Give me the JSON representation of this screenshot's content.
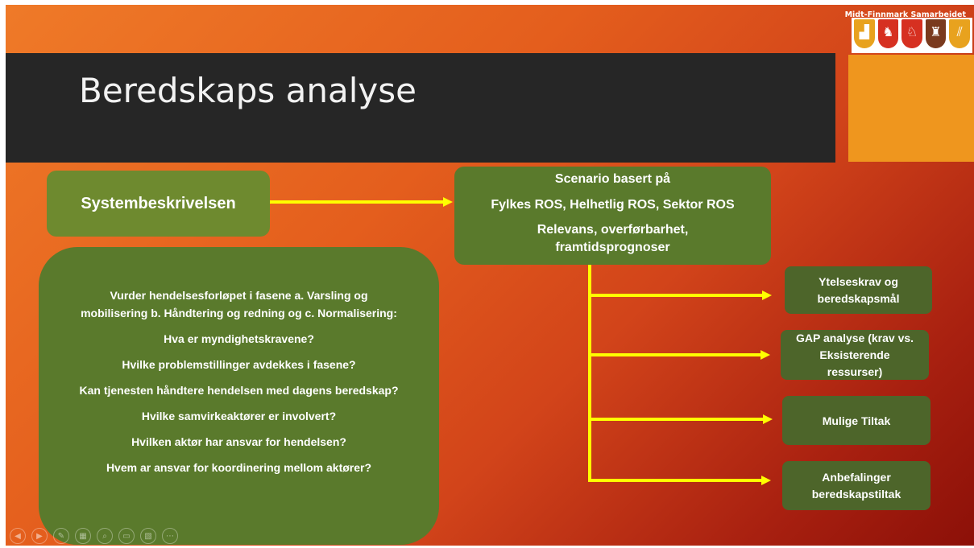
{
  "slide": {
    "title": "Beredskaps analyse",
    "org_label": "Midt-Finnmark Samarbeidet",
    "crests": [
      {
        "name": "crest-1-icon",
        "color": "#e8a21e",
        "mark": "▟"
      },
      {
        "name": "crest-2-icon",
        "color": "#d63021",
        "mark": "♞"
      },
      {
        "name": "crest-3-icon",
        "color": "#d63021",
        "mark": "♘"
      },
      {
        "name": "crest-4-icon",
        "color": "#7a3a1e",
        "mark": "♜"
      },
      {
        "name": "crest-5-icon",
        "color": "#e8a21e",
        "mark": "⫽"
      }
    ]
  },
  "boxes": {
    "system": "Systembeskrivelsen",
    "scenario": {
      "line1": "Scenario basert på",
      "line2": "Fylkes ROS, Helhetlig ROS, Sektor ROS",
      "line3": "Relevans, overførbarhet,",
      "line4": "framtidsprognoser"
    },
    "big": {
      "line1": "Vurder hendelsesforløpet i  fasene a. Varsling og",
      "line2": "mobilisering b. Håndtering og redning og c. Normalisering:",
      "q1": "Hva er myndighetskravene?",
      "q2": "Hvilke problemstillinger avdekkes i  fasene?",
      "q3": "Kan tjenesten håndtere hendelsen med dagens beredskap?",
      "q4": "Hvilke samvirkeaktører er involvert?",
      "q5": "Hvilken aktør har ansvar for hendelsen?",
      "q6": "Hvem ar ansvar for koordinering mellom aktører?"
    },
    "outputs": [
      {
        "line1": "Ytelseskrav og",
        "line2": "beredskapsmål",
        "line3": ""
      },
      {
        "line1": "GAP analyse (krav vs.",
        "line2": "Eksisterende",
        "line3": "ressurser)"
      },
      {
        "line1": "Mulige Tiltak",
        "line2": "",
        "line3": ""
      },
      {
        "line1": "Anbefalinger",
        "line2": "beredskapstiltak",
        "line3": ""
      }
    ]
  },
  "controls": [
    "◀",
    "▶",
    "✎",
    "▦",
    "⌕",
    "▭",
    "▧",
    "⋯"
  ],
  "colors": {
    "box_green": "#5a7a2c",
    "arrow_yellow": "#ffff00",
    "title_bar": "#262626",
    "accent_orange": "#ef961e"
  }
}
